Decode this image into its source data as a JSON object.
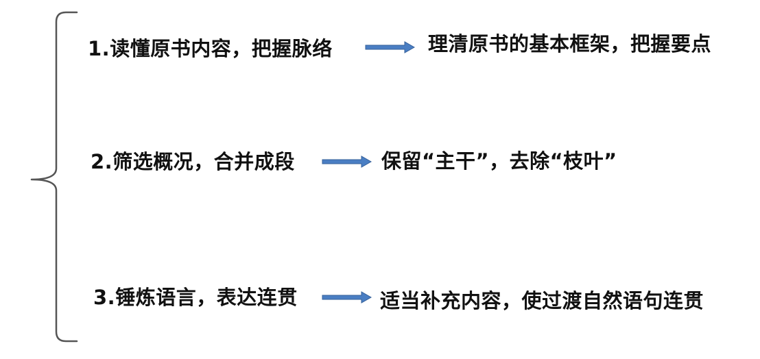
{
  "colors": {
    "text": "#111111",
    "brace": "#555555",
    "arrow_fill": "#4a7ec3",
    "arrow_stroke": "#35609a"
  },
  "rows": [
    {
      "left": "1.读懂原书内容，把握脉络",
      "right": "理清原书的基本框架，把握要点"
    },
    {
      "left": "2.筛选概况，合并成段",
      "right": "保留“主干”，去除“枝叶”"
    },
    {
      "left": "3.锤炼语言，表达连贯",
      "right": "适当补充内容，使过渡自然语句连贯"
    }
  ]
}
